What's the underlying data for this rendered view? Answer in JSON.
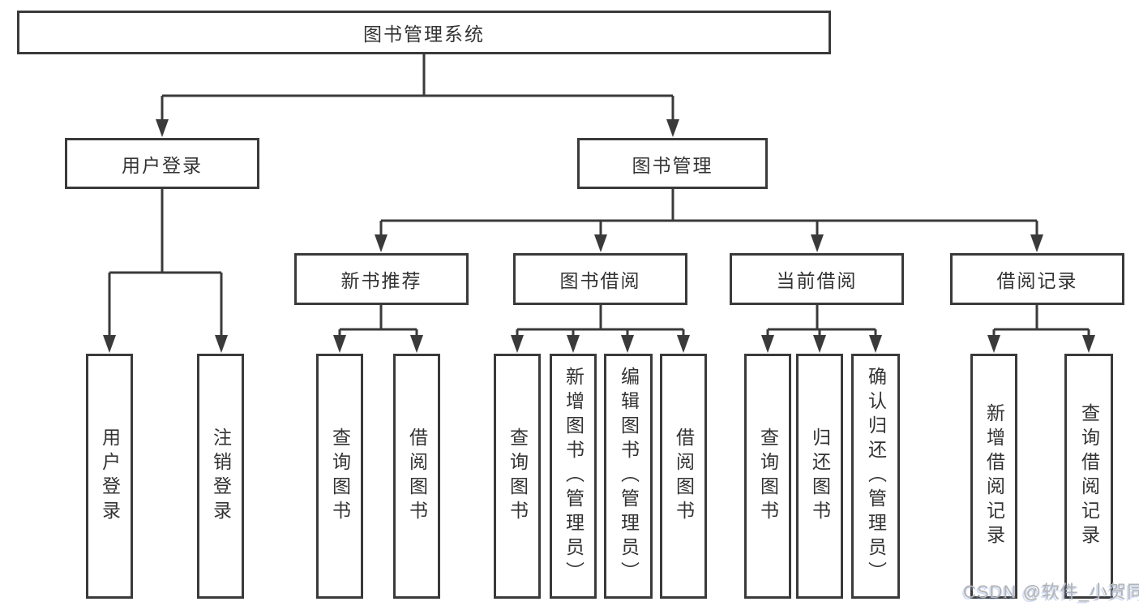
{
  "colors": {
    "line": "#3a3a3a",
    "text": "#333333",
    "box-bg": "#ffffff",
    "watermark": "#b3b3b3"
  },
  "watermark": {
    "text": "CSDN @软件_小贺同学"
  },
  "tree": {
    "root": {
      "label": "图书管理系统",
      "children": [
        {
          "label": "用户登录",
          "children": [
            {
              "label": "用户登录"
            },
            {
              "label": "注销登录"
            }
          ]
        },
        {
          "label": "图书管理",
          "children": [
            {
              "label": "新书推荐",
              "children": [
                {
                  "label": "查询图书"
                },
                {
                  "label": "借阅图书"
                }
              ]
            },
            {
              "label": "图书借阅",
              "children": [
                {
                  "label": "查询图书"
                },
                {
                  "label": "新增图书（管理员）"
                },
                {
                  "label": "编辑图书（管理员）"
                },
                {
                  "label": "借阅图书"
                }
              ]
            },
            {
              "label": "当前借阅",
              "children": [
                {
                  "label": "查询图书"
                },
                {
                  "label": "归还图书"
                },
                {
                  "label": "确认归还（管理员）"
                }
              ]
            },
            {
              "label": "借阅记录",
              "children": [
                {
                  "label": "新增借阅记录"
                },
                {
                  "label": "查询借阅记录"
                }
              ]
            }
          ]
        }
      ]
    }
  }
}
